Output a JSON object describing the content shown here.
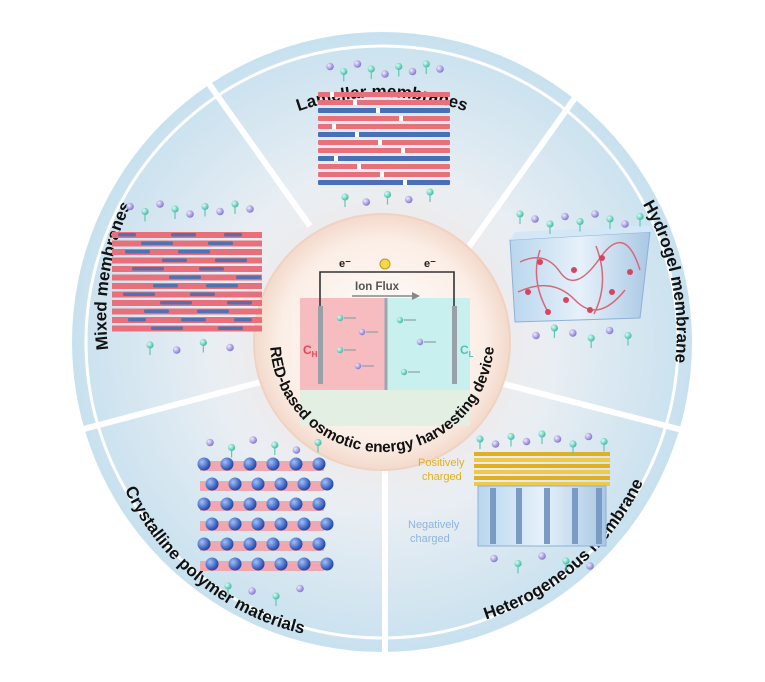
{
  "segments": {
    "lamellar": "Lamellar membranes",
    "hydrogel": "Hydrogel membrane",
    "heterogeneous": "Heterogeneous membrane",
    "crystalline": "Crystalline polymer materials",
    "mixed": "Mixed  membranes"
  },
  "center": {
    "title": "RED-based osmotic energy harvesting device",
    "ion_flux": "Ion Flux",
    "electron_left": "e⁻",
    "electron_right": "e⁻",
    "conc_high": "C",
    "conc_high_sub": "H",
    "conc_low": "C",
    "conc_low_sub": "L"
  },
  "heterogeneous_labels": {
    "positive_line1": "Positively",
    "positive_line2": "charged",
    "negative_line1": "Negatively",
    "negative_line2": "charged"
  },
  "colors": {
    "ring_blue": "#bcdaec",
    "segment_fill": "#e4eef5",
    "membrane_red": "#e8707a",
    "membrane_blue": "#4a6fb8",
    "ion_teal": "#5cc8b8",
    "ion_purple": "#9b8fd6",
    "positive_gold": "#e0b020",
    "negative_blue": "#8fb4dc"
  }
}
